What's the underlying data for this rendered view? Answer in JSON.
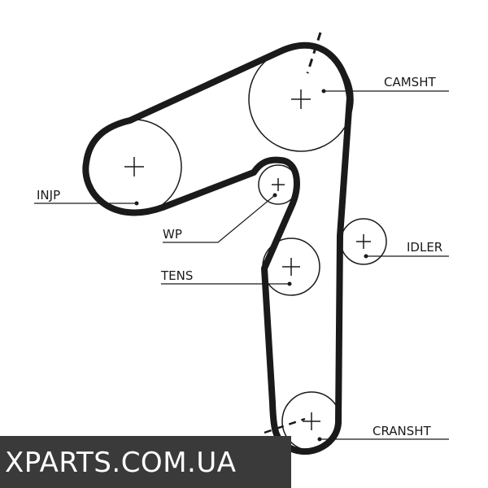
{
  "labels": {
    "camshaft": "CAMSHT",
    "injection_pump": "INJP",
    "water_pump": "WP",
    "idler": "IDLER",
    "tensioner": "TENS",
    "crankshaft": "CRANSHT"
  },
  "watermark": "XPARTS.COM.UA",
  "colors": {
    "line": "#1a1a1a",
    "belt": "#1a1a1a",
    "background": "#ffffff",
    "watermark_band": "#3a3a3a",
    "watermark_text": "#ffffff"
  }
}
